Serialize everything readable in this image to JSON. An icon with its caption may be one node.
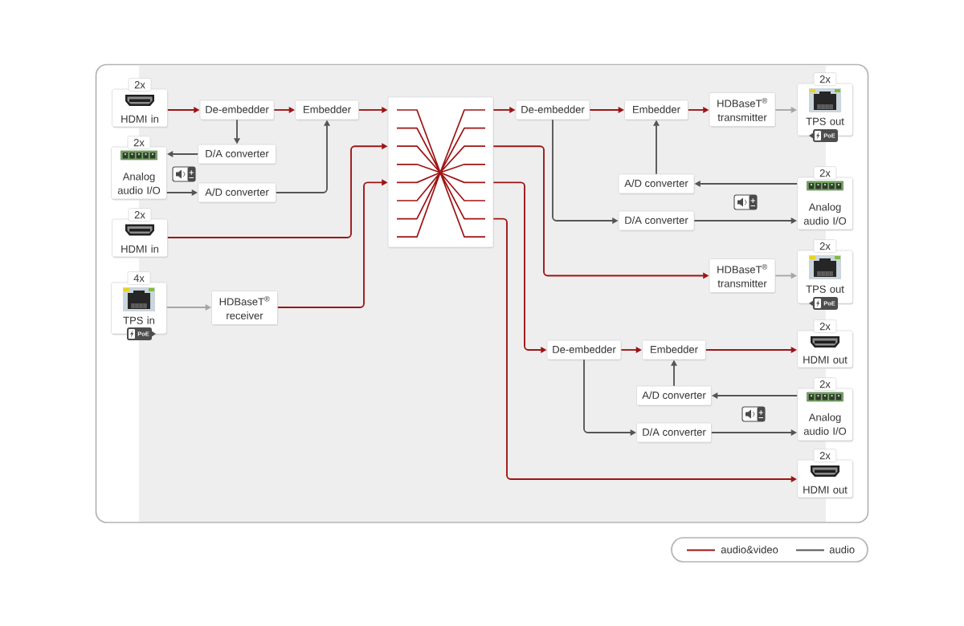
{
  "diagram": {
    "nodes": [
      {
        "text": [
          "2x",
          "HDMI in"
        ]
      },
      {
        "text": [
          "De-embedder"
        ]
      },
      {
        "text": [
          "Embedder"
        ]
      },
      {
        "text": [
          "2x",
          "Analog audio I/O"
        ]
      },
      {
        "text": [
          "D/A converter"
        ]
      },
      {
        "text": [
          "A/D converter"
        ]
      },
      {
        "text": [
          "2x",
          "HDMI in"
        ]
      },
      {
        "text": [
          "4x",
          "TPS in",
          "PoE"
        ]
      },
      {
        "text": [
          "HDBaseT$^{®}$ receiver"
        ]
      },
      {
        "text": [],
        "shape": "box"
      },
      {
        "text": [
          "De-embedder"
        ]
      },
      {
        "text": [
          "Embedder"
        ]
      },
      {
        "text": [
          "HDBaseT$^{®}$ transmitter"
        ]
      },
      {
        "text": [
          "2x",
          "TPS out",
          "PoE"
        ]
      },
      {
        "text": [
          "A/D converter"
        ]
      },
      {
        "text": [
          "2x",
          "Analog audio I/O"
        ]
      },
      {
        "text": [
          "D/A converter"
        ]
      },
      {
        "text": [
          "HDBaseT$^{®}$ transmitter"
        ]
      },
      {
        "text": [
          "2x",
          "TPS out",
          "PoE"
        ]
      },
      {
        "text": [
          "De-embedder"
        ]
      },
      {
        "text": [
          "Embedder"
        ]
      },
      {
        "text": [
          "2x",
          "HDMI out"
        ]
      },
      {
        "text": [
          "A/D converter"
        ]
      },
      {
        "text": [
          "2x",
          "Analog audio I/O"
        ]
      },
      {
        "text": [
          "D/A converter"
        ]
      },
      {
        "text": [
          "2x",
          "HDMI out"
        ]
      }
    ],
    "edges": [
      {
        "from": 0,
        "to": 1,
        "arrow": "to"
      },
      {
        "from": 1,
        "to": 2,
        "arrow": "to"
      },
      {
        "from": 2,
        "to": 9,
        "arrow": "to"
      },
      {
        "from": 6,
        "to": 9,
        "arrow": "to"
      },
      {
        "from": 8,
        "to": 9,
        "arrow": "to"
      },
      {
        "from": 9,
        "to": 10,
        "arrow": "to"
      },
      {
        "from": 10,
        "to": 11,
        "arrow": "to"
      },
      {
        "from": 11,
        "to": 12,
        "arrow": "to"
      },
      {
        "from": 9,
        "to": 17,
        "arrow": "to"
      },
      {
        "from": 9,
        "to": 19,
        "arrow": "to"
      },
      {
        "from": 19,
        "to": 20,
        "arrow": "to"
      },
      {
        "from": 20,
        "to": 21,
        "arrow": "to"
      },
      {
        "from": 9,
        "to": 25,
        "arrow": "to"
      },
      {
        "from": 7,
        "to": 8,
        "arrow": "to",
        "color": "#a6a6a6"
      },
      {
        "from": 12,
        "to": 13,
        "arrow": "to",
        "color": "#a6a6a6"
      },
      {
        "from": 17,
        "to": 18,
        "arrow": "to",
        "color": "#a6a6a6"
      },
      {
        "from": 1,
        "to": 4,
        "arrow": "to",
        "color": "#555555"
      },
      {
        "from": 4,
        "to": 3,
        "arrow": "to",
        "color": "#555555"
      },
      {
        "from": 3,
        "to": 5,
        "arrow": "to",
        "color": "#555555"
      },
      {
        "from": 5,
        "to": 2,
        "arrow": "to",
        "color": "#555555"
      },
      {
        "from": 10,
        "to": 16,
        "arrow": "to",
        "color": "#555555"
      },
      {
        "from": 16,
        "to": 15,
        "arrow": "to",
        "color": "#555555"
      },
      {
        "from": 15,
        "to": 14,
        "arrow": "to",
        "color": "#555555"
      },
      {
        "from": 14,
        "to": 11,
        "arrow": "to",
        "color": "#555555"
      },
      {
        "from": 19,
        "to": 24,
        "arrow": "to",
        "color": "#555555"
      },
      {
        "from": 24,
        "to": 23,
        "arrow": "to",
        "color": "#555555"
      },
      {
        "from": 23,
        "to": 22,
        "arrow": "to",
        "color": "#555555"
      },
      {
        "from": 22,
        "to": 20,
        "arrow": "to",
        "color": "#555555"
      }
    ],
    "legend": [
      {
        "text": "audio&video"
      },
      {
        "text": "audio"
      }
    ]
  }
}
